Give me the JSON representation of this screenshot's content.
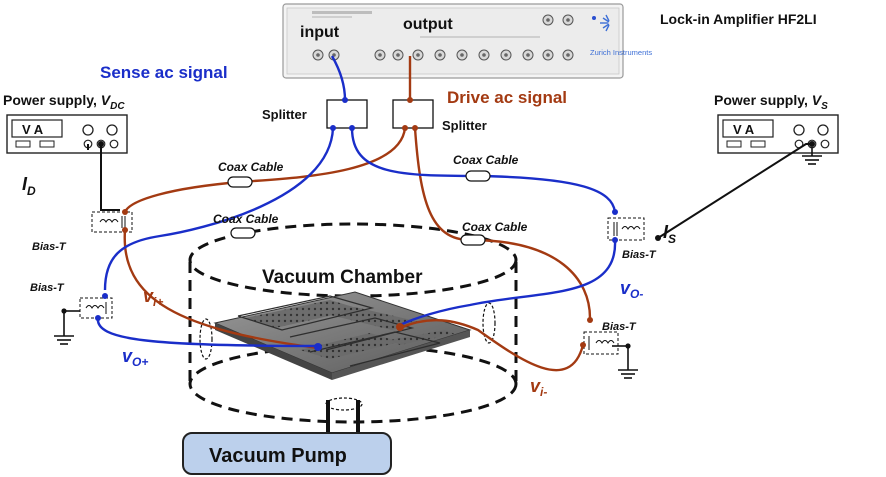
{
  "diagram": {
    "title": "Lock-in Amplifier HF2LI",
    "amp_input": "input",
    "amp_output": "output",
    "amp_brand": "Zurich Instruments",
    "sense_signal": "Sense ac signal",
    "drive_signal": "Drive ac signal",
    "splitter_left": "Splitter",
    "splitter_right": "Splitter",
    "ps_dc": {
      "label": "Power supply, ",
      "sym": "V",
      "sub": "DC",
      "meter": "V  A"
    },
    "ps_s": {
      "label": "Power supply, ",
      "sym": "V",
      "sub": "S",
      "meter": "V  A"
    },
    "current_d": {
      "sym": "I",
      "sub": "D"
    },
    "current_s": {
      "sym": "I",
      "sub": "S"
    },
    "coax_1": "Coax Cable",
    "coax_2": "Coax Cable",
    "coax_3": "Coax Cable",
    "coax_4": "Coax Cable",
    "biast_1": "Bias-T",
    "biast_2": "Bias-T",
    "biast_3": "Bias-T",
    "biast_4": "Bias-T",
    "chamber": "Vacuum Chamber",
    "pump": "Vacuum Pump",
    "v_i_plus": {
      "sym": "v",
      "sub": "i+"
    },
    "v_i_minus": {
      "sym": "v",
      "sub": "i-"
    },
    "v_o_plus": {
      "sym": "v",
      "sub": "O+"
    },
    "v_o_minus": {
      "sym": "v",
      "sub": "O-"
    },
    "colors": {
      "sense": "#1a2ec9",
      "drive": "#a33a12",
      "pump_fill": "#bcd0ec"
    }
  }
}
